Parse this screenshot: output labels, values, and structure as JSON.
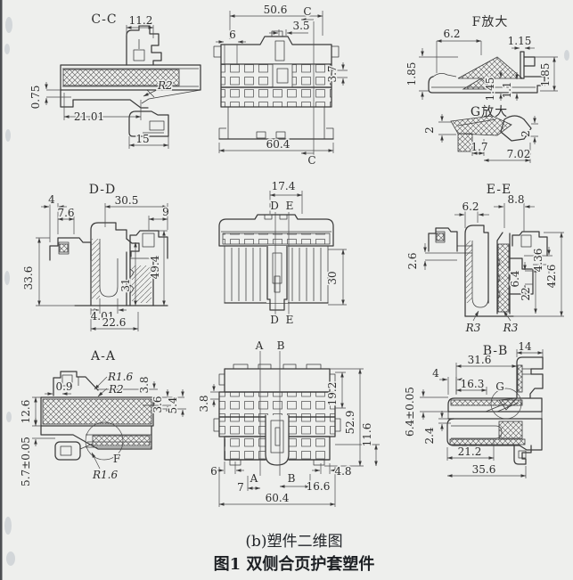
{
  "caption": {
    "line1": "(b)塑件二维图",
    "line2": "图1  双侧合页护套塑件"
  },
  "views": {
    "section_cc": {
      "title": "C-C",
      "d_width_top": "11.2",
      "d_radius": "R2",
      "d_step_left": "0.75",
      "d_width_mid": "21.01",
      "d_width_bottom": "15"
    },
    "top_view": {
      "cut_top": "C",
      "cut_bottom": "C",
      "d_width_top": "50.6",
      "d_pitch": "6",
      "d_slot": "3.5",
      "d_height_right": "3.7",
      "d_width_bottom": "60.4"
    },
    "detail_f": {
      "title": "F放大",
      "d_width": "6.2",
      "d_step": "1.15",
      "d_left": "1.85",
      "d_mid1": "1.45",
      "d_mid2": "1.1",
      "d_right": "1.85"
    },
    "detail_g": {
      "title": "G放大",
      "d_left": "2",
      "d_width_mid": "1.7",
      "d_width_right": "7.02",
      "d_right": "2"
    },
    "section_dd": {
      "title": "D-D",
      "d_t1": "4",
      "d_t2": "7.6",
      "d_t3": "30.5",
      "d_t4": "9",
      "d_left": "33.6",
      "d_mid": "31",
      "d_right": "49.4",
      "d_b1": "4.01",
      "d_b2": "22.6"
    },
    "front_view": {
      "d_width_top": "17.4",
      "cut_d_top": "D",
      "cut_e_top": "E",
      "d_height_right": "30",
      "cut_d_bottom": "D",
      "cut_e_bottom": "E"
    },
    "section_ee": {
      "title": "E-E",
      "d_t1": "6.2",
      "d_t2": "8.8",
      "d_left": "2.6",
      "d_r1": "4.36",
      "d_r2": "6.4",
      "d_r3": "22",
      "d_r4": "42.6",
      "d_rad1": "R3",
      "d_rad2": "R3"
    },
    "section_aa": {
      "title": "A-A",
      "d_rad1": "R1.6",
      "d_rad2": "R2",
      "d_t1": "0.9",
      "d_r1": "3.8",
      "d_r2": "3.6",
      "d_r3": "5.4",
      "d_left": "12.6",
      "d_left2": "5.7±0.05",
      "detail_mark": "F",
      "d_rad3": "R1.6"
    },
    "bottom_view": {
      "cut_a_top": "A",
      "cut_b_top": "B",
      "cut_a_bottom": "A",
      "cut_b_bottom": "B",
      "d_left": "3.8",
      "d_r1": "19.2",
      "d_r2": "52.9",
      "d_r3": "11.6",
      "d_b1": "6",
      "d_b2": "4.8",
      "d_b3": "7",
      "d_b4": "16.6",
      "d_b5": "60.4"
    },
    "section_bb": {
      "title": "B-B",
      "d_t1": "14",
      "d_t2": "31.6",
      "d_t3": "4",
      "d_t4": "16.3",
      "detail_mark": "G",
      "d_left": "6.4±0.05",
      "d_left2": "2.4",
      "d_b1": "21.2",
      "d_b2": "35.6"
    }
  }
}
